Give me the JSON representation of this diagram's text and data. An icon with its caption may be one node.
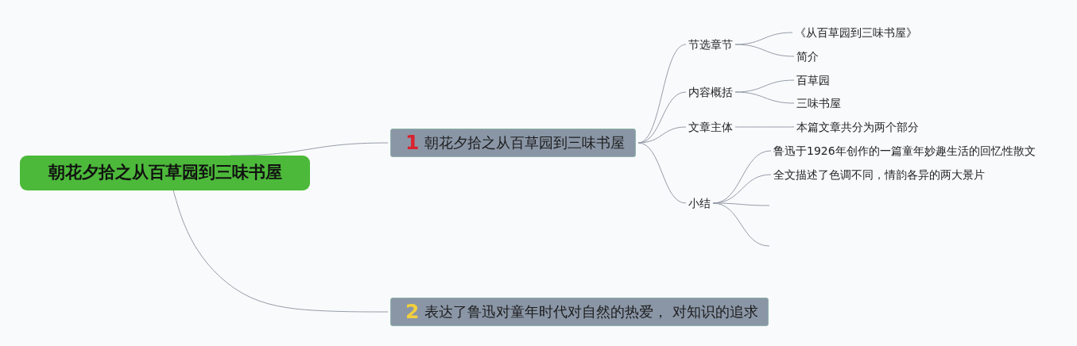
{
  "diagram": {
    "nodes": [
      {
        "text": [
          "朝花夕拾之从百草园到三味书屋"
        ]
      },
      {
        "text": [
          "1",
          "朝花夕拾之从百草园到三味书屋"
        ]
      },
      {
        "text": [
          "节选章节"
        ]
      },
      {
        "text": [
          "《从百草园到三味书屋》"
        ]
      },
      {
        "text": [
          "简介"
        ]
      },
      {
        "text": [
          "内容概括"
        ]
      },
      {
        "text": [
          "百草园"
        ]
      },
      {
        "text": [
          "三味书屋"
        ]
      },
      {
        "text": [
          "文章主体"
        ]
      },
      {
        "text": [
          "本篇文章共分为两个部分"
        ]
      },
      {
        "text": [
          "小结"
        ]
      },
      {
        "text": [
          "鲁迅于1926年创作的一篇童年妙趣生活的回忆性散文"
        ]
      },
      {
        "text": [
          "全文描述了色调不同，情韵各异的两大景片"
        ]
      },
      {
        "text": [
          "2",
          "表达了鲁迅对童年时代对自然的热爱， 对知识的追求"
        ]
      }
    ],
    "edges": [
      {
        "from": 0,
        "to": 1,
        "arrow": "none"
      },
      {
        "from": 1,
        "to": 2,
        "arrow": "none"
      },
      {
        "from": 2,
        "to": 3,
        "arrow": "none"
      },
      {
        "from": 2,
        "to": 4,
        "arrow": "none"
      },
      {
        "from": 1,
        "to": 5,
        "arrow": "none"
      },
      {
        "from": 5,
        "to": 6,
        "arrow": "none"
      },
      {
        "from": 5,
        "to": 7,
        "arrow": "none"
      },
      {
        "from": 1,
        "to": 8,
        "arrow": "none"
      },
      {
        "from": 8,
        "to": 9,
        "arrow": "none"
      },
      {
        "from": 1,
        "to": 10,
        "arrow": "none"
      },
      {
        "from": 10,
        "to": 11,
        "arrow": "none"
      },
      {
        "from": 10,
        "to": 12,
        "arrow": "none"
      },
      {
        "from": 10,
        "to": null,
        "arrow": "none"
      },
      {
        "from": 10,
        "to": null,
        "arrow": "none"
      },
      {
        "from": 0,
        "to": 13,
        "arrow": "none"
      }
    ]
  }
}
